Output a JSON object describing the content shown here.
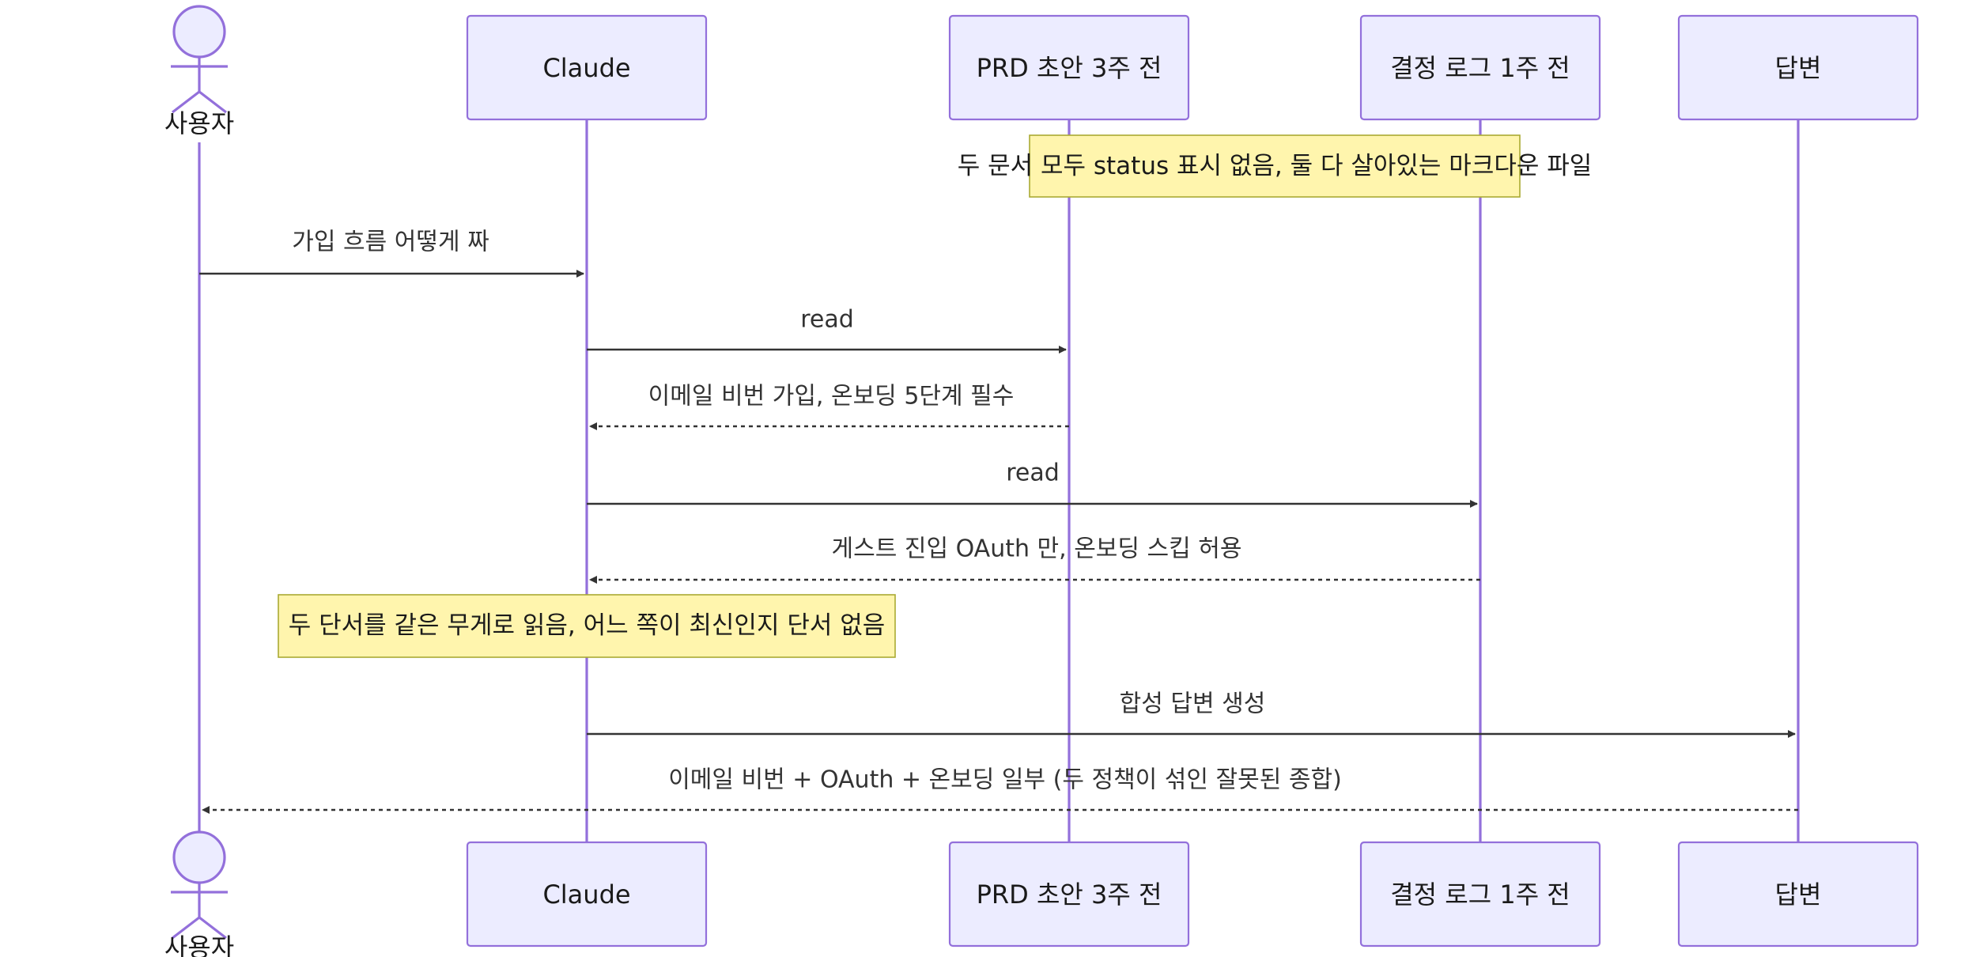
{
  "participants": {
    "user": "사용자",
    "claude": "Claude",
    "prd": "PRD 초안 3주 전",
    "decision": "결정 로그 1주 전",
    "answer": "답변"
  },
  "notes": {
    "docs": "두 문서 모두 status 표시 없음, 둘 다 살아있는 마크다운 파일",
    "weight": "두 단서를 같은 무게로 읽음, 어느 쪽이 최신인지 단서 없음"
  },
  "messages": [
    {
      "text": "가입 흐름 어떻게 짜",
      "type": "solid"
    },
    {
      "text": "read",
      "type": "solid"
    },
    {
      "text": "이메일 비번 가입, 온보딩 5단계 필수",
      "type": "dashed"
    },
    {
      "text": "read",
      "type": "solid"
    },
    {
      "text": "게스트 진입 OAuth 만, 온보딩 스킵 허용",
      "type": "dashed"
    },
    {
      "text": "합성 답변 생성",
      "type": "solid"
    },
    {
      "text": "이메일 비번 + OAuth + 온보딩 일부 (두 정책이 섞인 잘못된 종합)",
      "type": "dashed"
    }
  ],
  "colors": {
    "actor_fill": "#ECECFF",
    "actor_stroke": "#9370DB",
    "note_fill": "#FFF5AD",
    "note_stroke": "#AAAA33",
    "message": "#333333"
  }
}
